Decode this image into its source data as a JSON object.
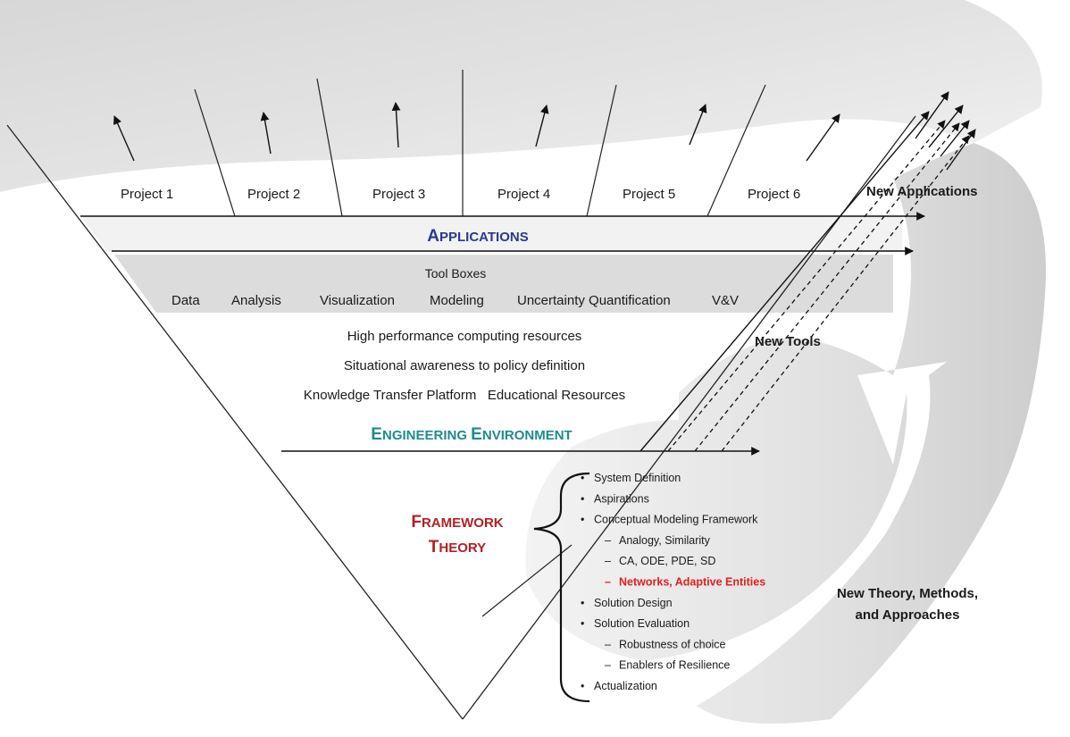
{
  "projects": [
    "Project 1",
    "Project 2",
    "Project 3",
    "Project 4",
    "Project 5",
    "Project 6"
  ],
  "applications": {
    "label_first": "A",
    "label_rest": "PPLICATIONS"
  },
  "toolboxes": {
    "title": "Tool Boxes",
    "items": [
      "Data",
      "Analysis",
      "Visualization",
      "Modeling",
      "Uncertainty Quantification",
      "V&V"
    ]
  },
  "environment": {
    "lines": [
      "High performance computing resources",
      "Situational awareness to policy definition",
      "Knowledge Transfer Platform   Educational Resources"
    ],
    "label_a_first": "E",
    "label_a_rest": "NGINEERING",
    "label_b_first": "E",
    "label_b_rest": "NVIRONMENT"
  },
  "framework": {
    "line1_first": "F",
    "line1_rest": "RAMEWORK",
    "line2_first": "T",
    "line2_rest": "HEORY"
  },
  "framework_list": [
    {
      "text": "System Definition",
      "level": 1,
      "highlight": false
    },
    {
      "text": "Aspirations",
      "level": 1,
      "highlight": false
    },
    {
      "text": "Conceptual Modeling Framework",
      "level": 1,
      "highlight": false
    },
    {
      "text": "Analogy, Similarity",
      "level": 2,
      "highlight": false
    },
    {
      "text": "CA, ODE, PDE, SD",
      "level": 2,
      "highlight": false
    },
    {
      "text": "Networks, Adaptive Entities",
      "level": 2,
      "highlight": true
    },
    {
      "text": "Solution Design",
      "level": 1,
      "highlight": false
    },
    {
      "text": "Solution Evaluation",
      "level": 1,
      "highlight": false
    },
    {
      "text": "Robustness of choice",
      "level": 2,
      "highlight": false
    },
    {
      "text": "Enablers of Resilience",
      "level": 2,
      "highlight": false
    },
    {
      "text": "Actualization",
      "level": 1,
      "highlight": false
    }
  ],
  "outcomes": {
    "new_applications": "New Applications",
    "new_tools": "New Tools",
    "new_theory_line1": "New Theory, Methods,",
    "new_theory_line2": "and Approaches"
  },
  "colors": {
    "applications": "#2b3990",
    "environment": "#1d8c8c",
    "framework": "#b52025",
    "highlight": "#e02020",
    "band": "#d9d9d9"
  }
}
